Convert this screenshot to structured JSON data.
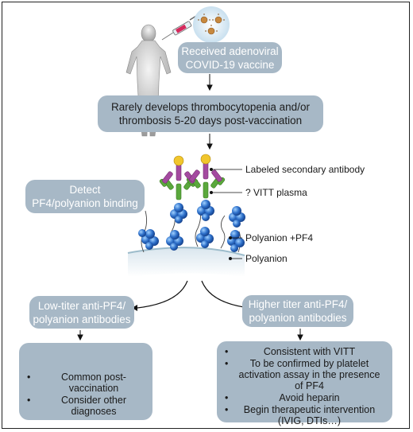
{
  "top_box": {
    "lines": [
      "Received  adenoviral",
      "COVID-19  vaccine"
    ]
  },
  "second_box": {
    "lines": [
      "Rarely develops thrombocytopenia and/or",
      "thrombosis 5-20 days  post-vaccination"
    ]
  },
  "detect_box": {
    "lines": [
      "Detect",
      "PF4/polyanion binding"
    ]
  },
  "labels": {
    "secondary_antibody": "Labeled secondary antibody",
    "vitt_plasma": "? VITT plasma",
    "polyanion_pf4": "Polyanion +PF4",
    "polyanion": "Polyanion"
  },
  "low_box": {
    "lines": [
      "Low-titer anti-PF4/",
      "polyanion antibodies"
    ]
  },
  "high_box": {
    "lines": [
      "Higher titer anti-PF4/",
      "polyanion antibodies"
    ]
  },
  "low_result": [
    "Common post-vaccination",
    "Consider other diagnoses"
  ],
  "high_result": [
    "Consistent with VITT",
    "To be confirmed by platelet activation assay in the presence of PF4",
    "Avoid heparin",
    "Begin therapeutic intervention (IVIG, DTIs…)"
  ],
  "colors": {
    "box_fill": "#a7b8c6",
    "antibody_secondary": "#a44aa0",
    "antibody_plasma": "#5aa83c",
    "pf4": "#2d6fc9",
    "label_gold": "#f1c62d",
    "surface": "#c9dbe6"
  },
  "icons": [
    "person-icon",
    "syringe-icon",
    "virus-icon"
  ]
}
